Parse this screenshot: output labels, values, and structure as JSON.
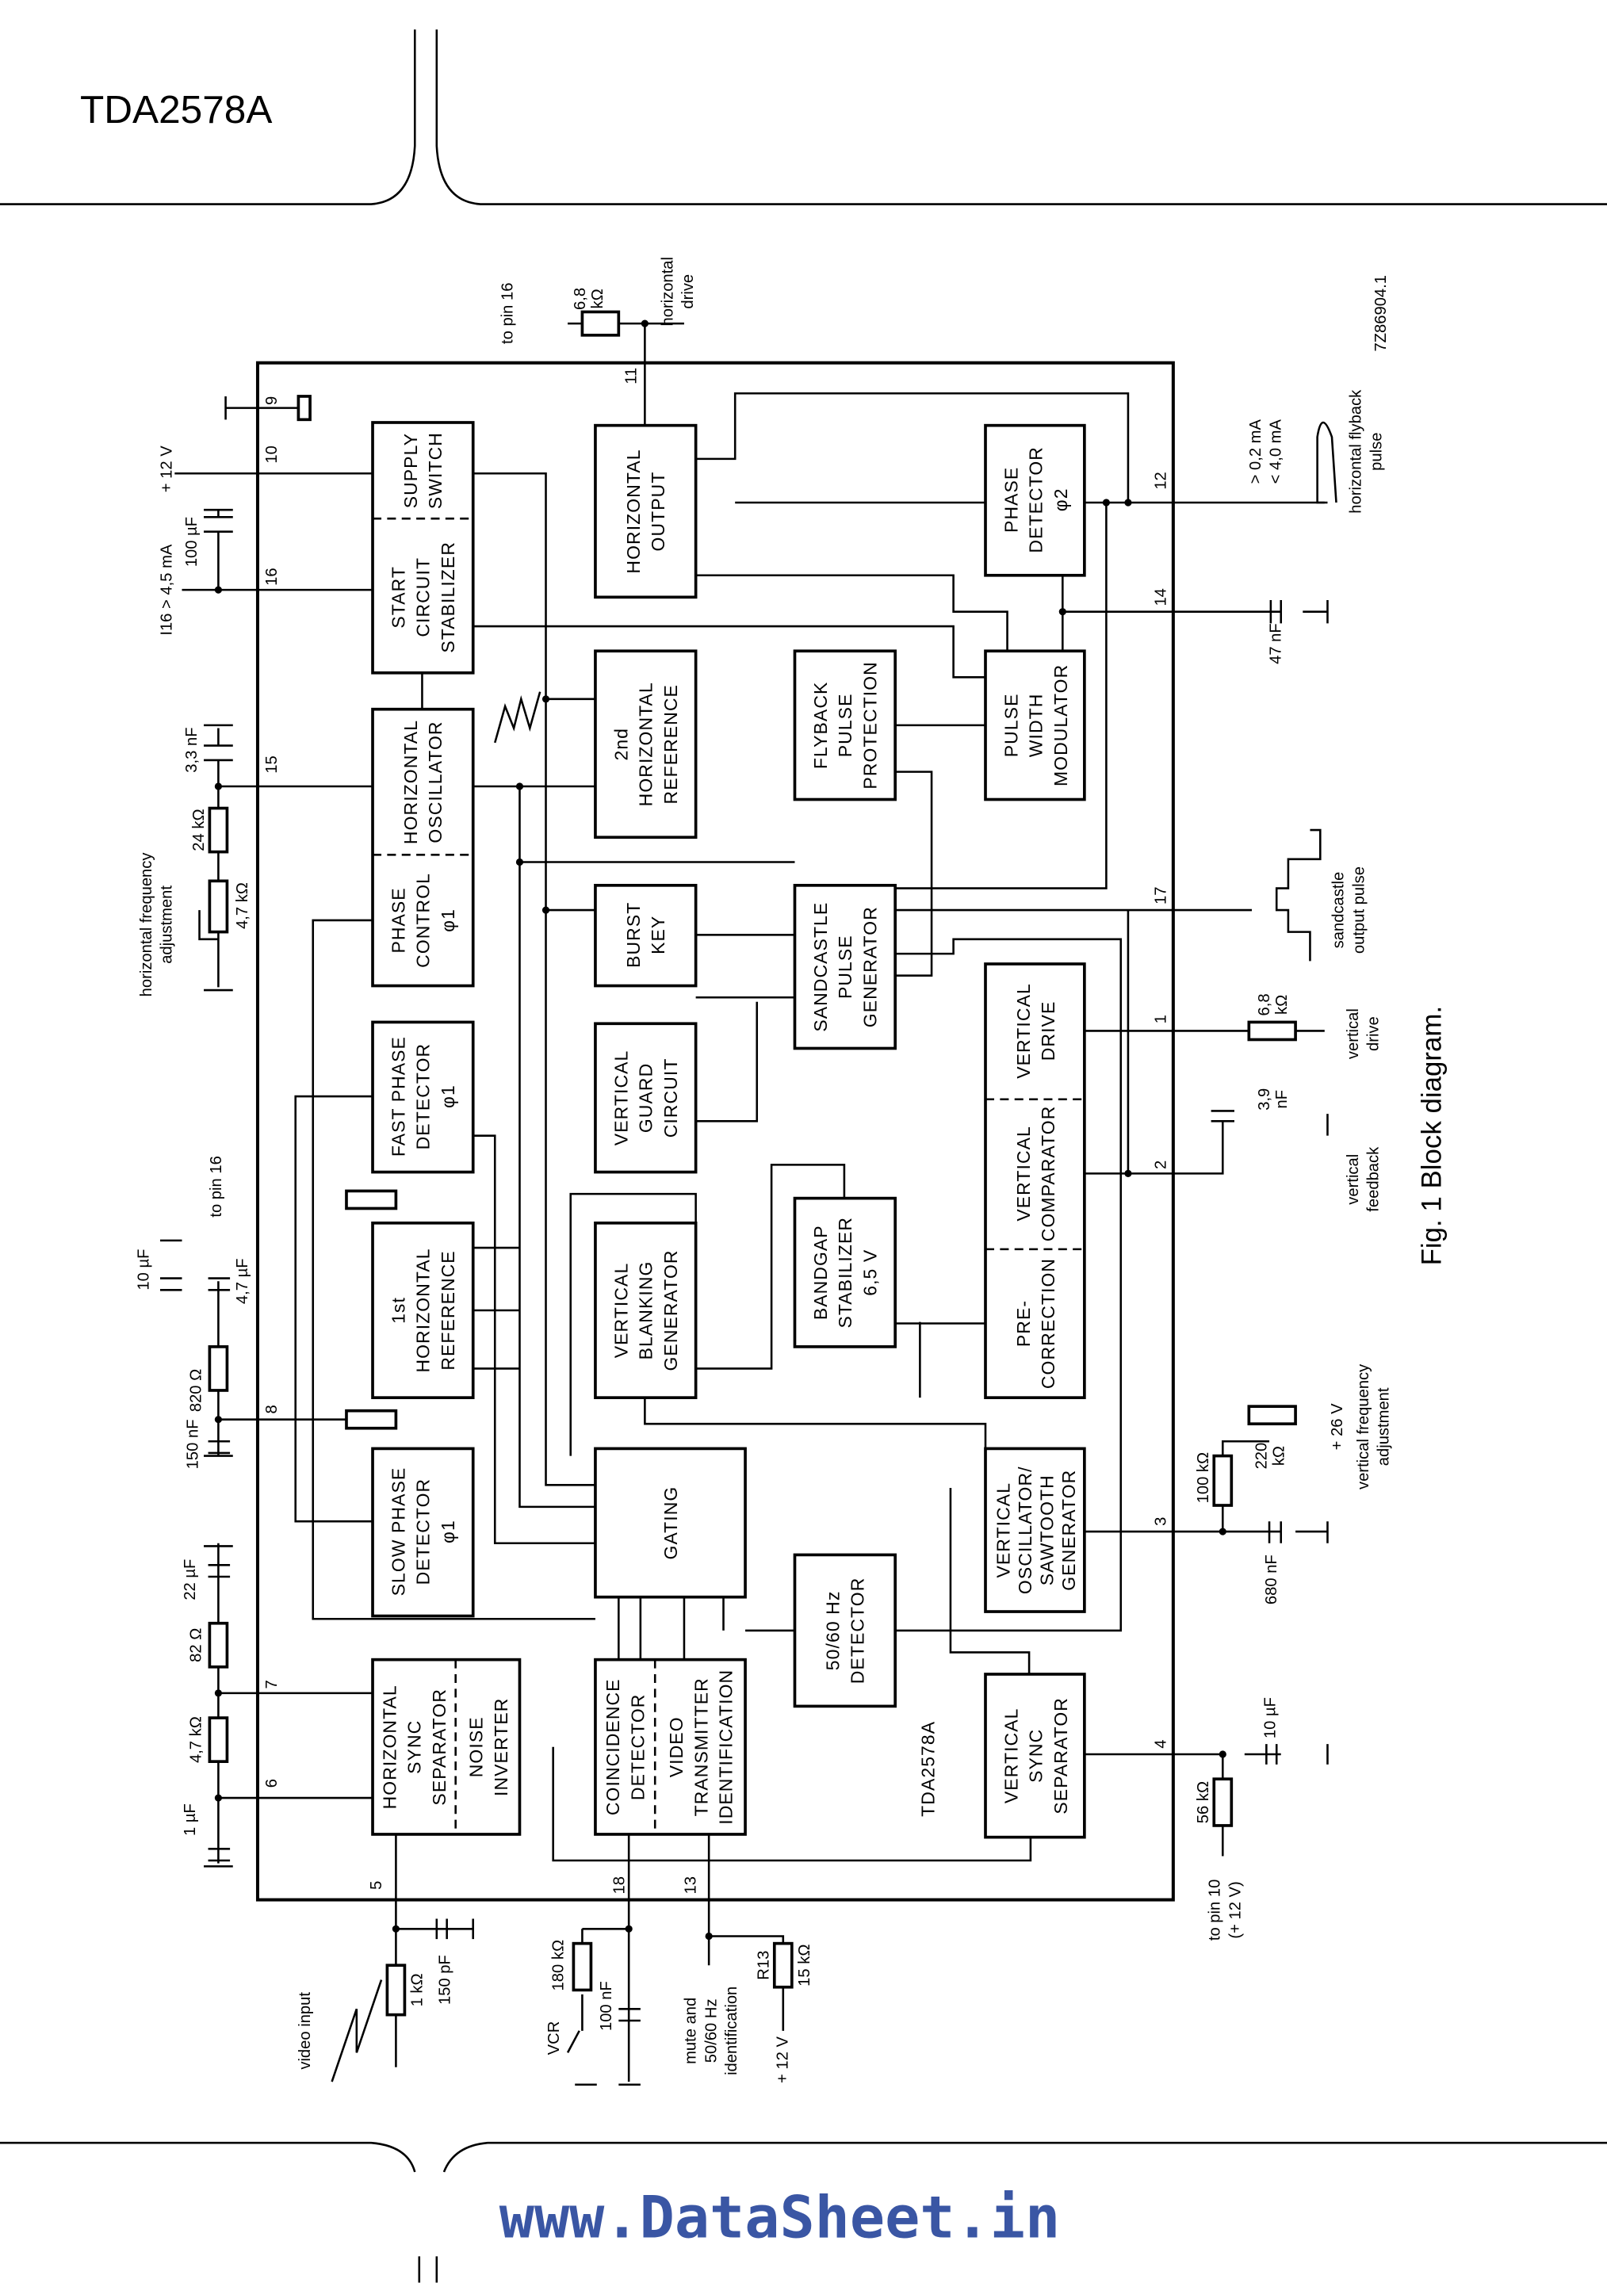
{
  "header": {
    "part_number": "TDA2578A"
  },
  "figure": {
    "caption": "Fig. 1  Block diagram.",
    "drawing_code": "7Z86904.1",
    "chip_label": "TDA2578A"
  },
  "watermark": "www.DataSheet.in",
  "blocks": {
    "supply_switch": [
      "SUPPLY",
      "SWITCH"
    ],
    "start_circuit": [
      "START",
      "CIRCUIT",
      "STABILIZER"
    ],
    "horizontal_oscillator": [
      "HORIZONTAL",
      "OSCILLATOR"
    ],
    "phase_control": [
      "PHASE",
      "CONTROL",
      "φ1"
    ],
    "fast_phase_detector": [
      "FAST PHASE",
      "DETECTOR",
      "φ1"
    ],
    "first_horizontal_reference": [
      "1st",
      "HORIZONTAL",
      "REFERENCE"
    ],
    "slow_phase_detector": [
      "SLOW PHASE",
      "DETECTOR",
      "φ1"
    ],
    "horizontal_sync_separator": [
      "HORIZONTAL",
      "SYNC",
      "SEPARATOR"
    ],
    "noise_inverter": [
      "NOISE",
      "INVERTER"
    ],
    "horizontal_output": [
      "HORIZONTAL",
      "OUTPUT"
    ],
    "second_horizontal_reference": [
      "2nd",
      "HORIZONTAL",
      "REFERENCE"
    ],
    "burst_key": [
      "BURST",
      "KEY"
    ],
    "vertical_guard": [
      "VERTICAL",
      "GUARD",
      "CIRCUIT"
    ],
    "vertical_blanking": [
      "VERTICAL",
      "BLANKING",
      "GENERATOR"
    ],
    "gating": [
      "GATING"
    ],
    "coincidence_detector": [
      "COINCIDENCE",
      "DETECTOR"
    ],
    "video_transmitter_identification": [
      "VIDEO",
      "TRANSMITTER",
      "IDENTIFICATION"
    ],
    "flyback_pulse_protection": [
      "FLYBACK",
      "PULSE",
      "PROTECTION"
    ],
    "sandcastle_generator": [
      "SANDCASTLE",
      "PULSE",
      "GENERATOR"
    ],
    "bandgap_stabilizer": [
      "BANDGAP",
      "STABILIZER",
      "6,5 V"
    ],
    "detector_50_60": [
      "50/60 Hz",
      "DETECTOR"
    ],
    "phase_detector_2": [
      "PHASE",
      "DETECTOR",
      "φ2"
    ],
    "pulse_width_modulator": [
      "PULSE",
      "WIDTH",
      "MODULATOR"
    ],
    "vertical_drive": [
      "VERTICAL",
      "DRIVE"
    ],
    "vertical_comparator": [
      "VERTICAL",
      "COMPARATOR"
    ],
    "pre_correction": [
      "PRE-",
      "CORRECTION"
    ],
    "vertical_oscillator": [
      "VERTICAL",
      "OSCILLATOR/",
      "SAWTOOTH",
      "GENERATOR"
    ],
    "vertical_sync_separator": [
      "VERTICAL",
      "SYNC",
      "SEPARATOR"
    ]
  },
  "pins": {
    "p1": "1",
    "p2": "2",
    "p3": "3",
    "p4": "4",
    "p5": "5",
    "p6": "6",
    "p7": "7",
    "p8": "8",
    "p9": "9",
    "p10": "10",
    "p11": "11",
    "p12": "12",
    "p13": "13",
    "p14": "14",
    "p15": "15",
    "p16": "16",
    "p17": "17",
    "p18": "18"
  },
  "external": {
    "to_pin16_top": "to pin 16",
    "r_hdrive": [
      "6,8",
      "kΩ"
    ],
    "horizontal_drive": [
      "horizontal",
      "drive"
    ],
    "plus12v_top": "+ 12 V",
    "i16": "I16 > 4,5 mA",
    "c100u": "100 µF",
    "c3n3": "3,3 nF",
    "r24k": "24 kΩ",
    "r4k7_pot": "4,7 kΩ",
    "hfreq_adj": [
      "horizontal frequency",
      "adjustment"
    ],
    "to_pin16_left": "to pin 16",
    "c10u_left": "10 µF",
    "c4u7": "4,7 µF",
    "r820": "820 Ω",
    "c150n": "150 nF",
    "c22u": "22 µF",
    "r82": "82 Ω",
    "r4k7": "4,7 kΩ",
    "c1u": "1 µF",
    "video_input": "video input",
    "r1k": "1 kΩ",
    "c150p": "150 pF",
    "vcr": "VCR",
    "r180k": "180 kΩ",
    "c100n": "100 nF",
    "mute_ident": [
      "mute and",
      "50/60 Hz",
      "identification"
    ],
    "plus12v_bottom": "+ 12 V",
    "r13": "R13",
    "r15k": "15 kΩ",
    "to_pin10": [
      "to pin 10",
      "(+ 12 V)"
    ],
    "r56k": "56 kΩ",
    "c10u_right": "10 µF",
    "c680n": "680 nF",
    "r100k": "100 kΩ",
    "r220k": [
      "220",
      "kΩ"
    ],
    "plus26v": "+ 26 V",
    "vfreq_adj": [
      "vertical frequency",
      "adjustment"
    ],
    "vertical_feedback": [
      "vertical",
      "feedback"
    ],
    "c3n9": [
      "3,9",
      "nF"
    ],
    "r_vdrive": [
      "6,8",
      "kΩ"
    ],
    "vertical_drive": [
      "vertical",
      "drive"
    ],
    "sandcastle_pulse": [
      "sandcastle",
      "output pulse"
    ],
    "flyback_pulse": [
      "horizontal flyback",
      "pulse"
    ],
    "flyback_current": [
      "> 0,2 mA",
      "< 4,0 mA"
    ],
    "c47n": "47 nF"
  }
}
